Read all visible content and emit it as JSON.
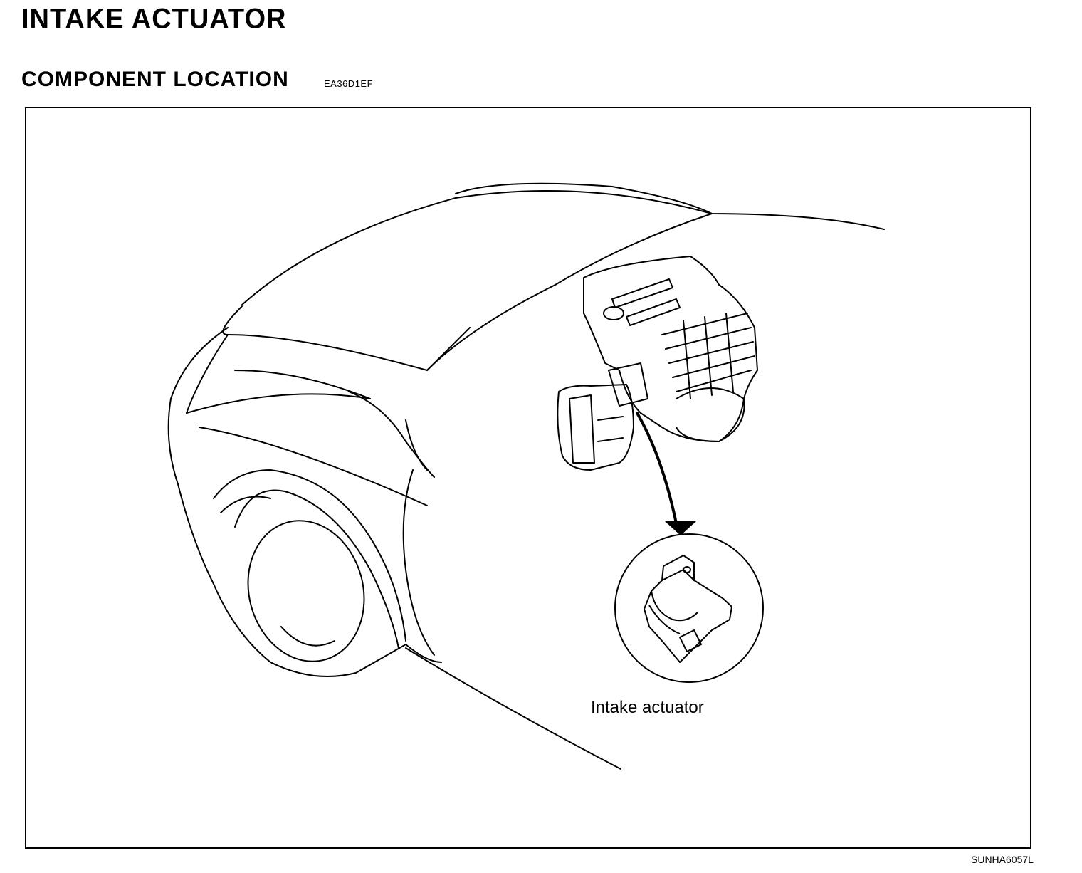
{
  "header": {
    "title": "INTAKE ACTUATOR",
    "subtitle": "COMPONENT LOCATION",
    "section_code": "EA36D1EF"
  },
  "figure": {
    "callout_label": "Intake actuator",
    "figure_id": "SUNHA6057L"
  }
}
